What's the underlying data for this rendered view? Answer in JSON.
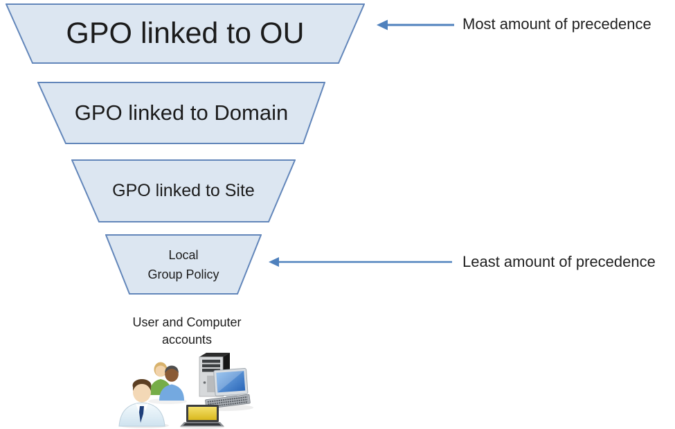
{
  "funnel": {
    "levels": [
      {
        "id": "gpo-linked-to-ou",
        "label": "GPO linked to OU"
      },
      {
        "id": "gpo-linked-to-domain",
        "label": "GPO linked to Domain"
      },
      {
        "id": "gpo-linked-to-site",
        "label": "GPO linked to Site"
      },
      {
        "id": "local-group-policy",
        "label": "Local\nGroup Policy"
      }
    ]
  },
  "annotations": {
    "most": "Most amount of precedence",
    "least": "Least amount of precedence"
  },
  "footer": {
    "caption": "User and Computer\naccounts"
  },
  "icons": [
    "businessman-icon",
    "user-group-icon",
    "desktop-computer-icon",
    "laptop-icon",
    "left-arrow-icon"
  ],
  "colors": {
    "shape_fill": "#dce6f1",
    "shape_border": "#6286ba",
    "arrow": "#4f81bd",
    "text": "#1b1b1b"
  }
}
